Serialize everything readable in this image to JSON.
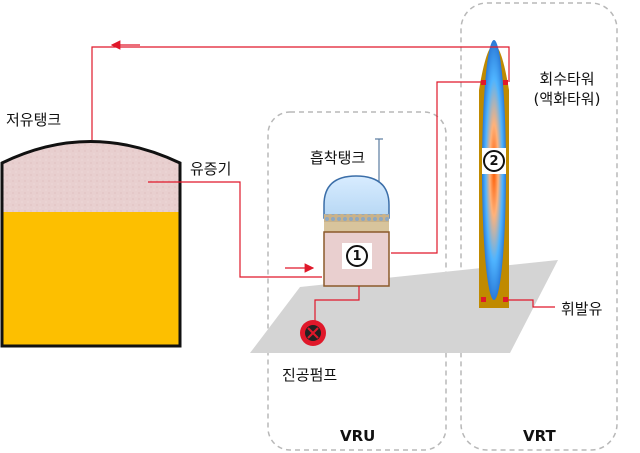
{
  "labels": {
    "storage_tank": "저유탱크",
    "oil_vapor": "유증기",
    "absorption_tank": "흡착탱크",
    "vacuum_pump": "진공펌프",
    "recovery_tower_line1": "회수타워",
    "recovery_tower_line2": "(액화타워)",
    "gasoline": "휘발유",
    "vru": "VRU",
    "vrt": "VRT",
    "marker_1": "1",
    "marker_2": "2"
  },
  "colors": {
    "pipe": "#e0182a",
    "oil": "#fdbf00",
    "tank_outline": "#111111",
    "vapor_fill": "#e9cfcf",
    "platform": "#d4d4d4",
    "dashed_box": "#b8b8b8",
    "tower_shell": "#c08a00",
    "pump": "#e0182a"
  },
  "icons": {
    "pump": "x-circle-icon",
    "flow_arrow": "arrow-icon"
  }
}
